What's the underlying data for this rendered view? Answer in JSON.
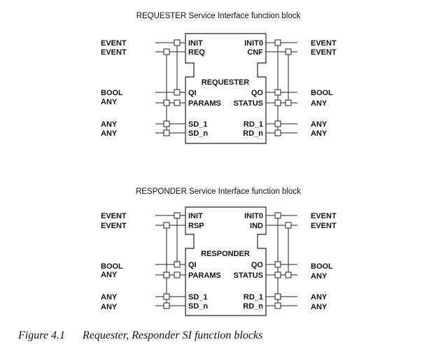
{
  "blocks": [
    {
      "title": "REQUESTER Service Interface function block",
      "name": "REQUESTER",
      "event_inputs": [
        "INIT",
        "REQ"
      ],
      "event_outputs": [
        "INIT0",
        "CNF"
      ],
      "data_inputs": [
        "QI",
        "PARAMS",
        "SD_1",
        "SD_n"
      ],
      "data_outputs": [
        "QO",
        "STATUS",
        "RD_1",
        "RD_n"
      ],
      "left_types": [
        "EVENT",
        "EVENT",
        "BOOL",
        "ANY",
        "ANY",
        "ANY"
      ],
      "right_types": [
        "EVENT",
        "EVENT",
        "BOOL",
        "ANY",
        "ANY",
        "ANY"
      ]
    },
    {
      "title": "RESPONDER Service Interface function block",
      "name": "RESPONDER",
      "event_inputs": [
        "INIT",
        "RSP"
      ],
      "event_outputs": [
        "INIT0",
        "IND"
      ],
      "data_inputs": [
        "QI",
        "PARAMS",
        "SD_1",
        "SD_n"
      ],
      "data_outputs": [
        "QO",
        "STATUS",
        "RD_1",
        "RD_n"
      ],
      "left_types": [
        "EVENT",
        "EVENT",
        "BOOL",
        "ANY",
        "ANY",
        "ANY"
      ],
      "right_types": [
        "EVENT",
        "EVENT",
        "BOOL",
        "ANY",
        "ANY",
        "ANY"
      ]
    }
  ],
  "caption": {
    "figure": "Figure 4.1",
    "text": "Requester, Responder SI function blocks"
  }
}
